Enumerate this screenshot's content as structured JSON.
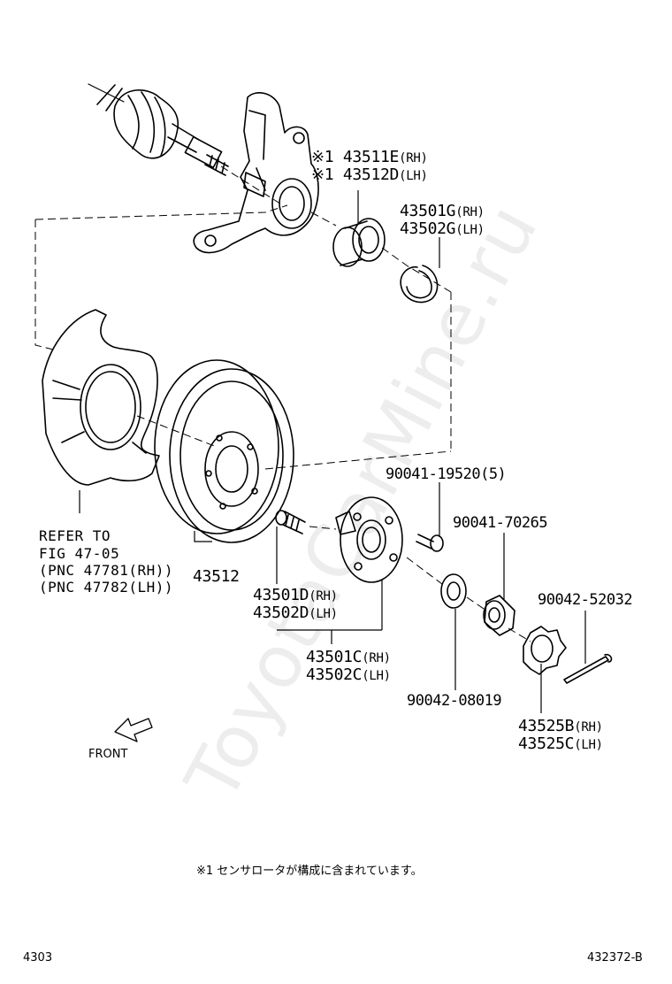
{
  "watermark": "ToyotaCarMine.ru",
  "labels": {
    "p43511e": "※1 43511E",
    "p43511e_side": "(RH)",
    "p43512d": "※1 43512D",
    "p43512d_side": "(LH)",
    "p43501g": "43501G",
    "p43501g_side": "(RH)",
    "p43502g": "43502G",
    "p43502g_side": "(LH)",
    "p90041_19520": "90041-19520(5)",
    "p90041_70265": "90041-70265",
    "p90042_52032": "90042-52032",
    "p43512": "43512",
    "p43501d": "43501D",
    "p43501d_side": "(RH)",
    "p43502d": "43502D",
    "p43502d_side": "(LH)",
    "p43501c": "43501C",
    "p43501c_side": "(RH)",
    "p43502c": "43502C",
    "p43502c_side": "(LH)",
    "p90042_08019": "90042-08019",
    "p43525b": "43525B",
    "p43525b_side": "(RH)",
    "p43525c": "43525C",
    "p43525c_side": "(LH)",
    "refer1": "REFER TO",
    "refer2": "FIG 47-05",
    "refer3": "(PNC 47781(RH))",
    "refer4": "(PNC 47782(LH))",
    "front": "FRONT"
  },
  "footnote": "※1 センサロータが構成に含まれています。",
  "footer": {
    "left": "4303",
    "right": "432372-B"
  }
}
